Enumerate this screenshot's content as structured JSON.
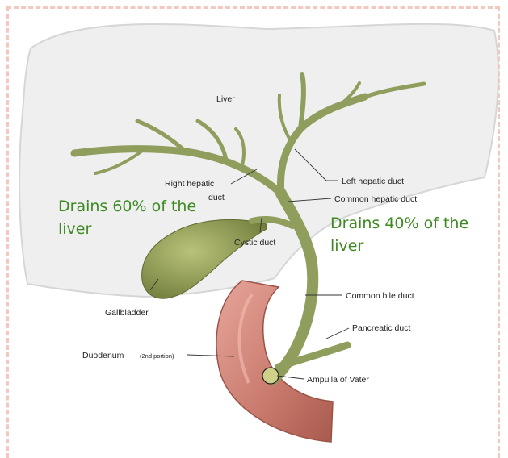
{
  "labels": {
    "liver": "Liver",
    "right_hepatic_duct_line1": "Right hepatic",
    "right_hepatic_duct_line2": "duct",
    "left_hepatic_duct": "Left hepatic duct",
    "common_hepatic_duct": "Common hepatic duct",
    "cystic_duct": "Cystic duct",
    "gallbladder": "Gallbladder",
    "common_bile_duct": "Common bile duct",
    "pancreatic_duct": "Pancreatic duct",
    "duodenum": "Duodenum",
    "duodenum_portion": "(2nd portion)",
    "ampulla": "Ampulla of Vater"
  },
  "notes": {
    "right_lobe": "Drains 60% of the\nliver",
    "left_lobe": "Drains 40% of the\nliver"
  },
  "colors": {
    "frame_border": "#f2c8bf",
    "annotation_text": "#3d8a22",
    "liver": "#eeeeee",
    "ducts": "#8f9e5c",
    "gallbladder": "#8e9c52",
    "duodenum": "#c8796c"
  }
}
